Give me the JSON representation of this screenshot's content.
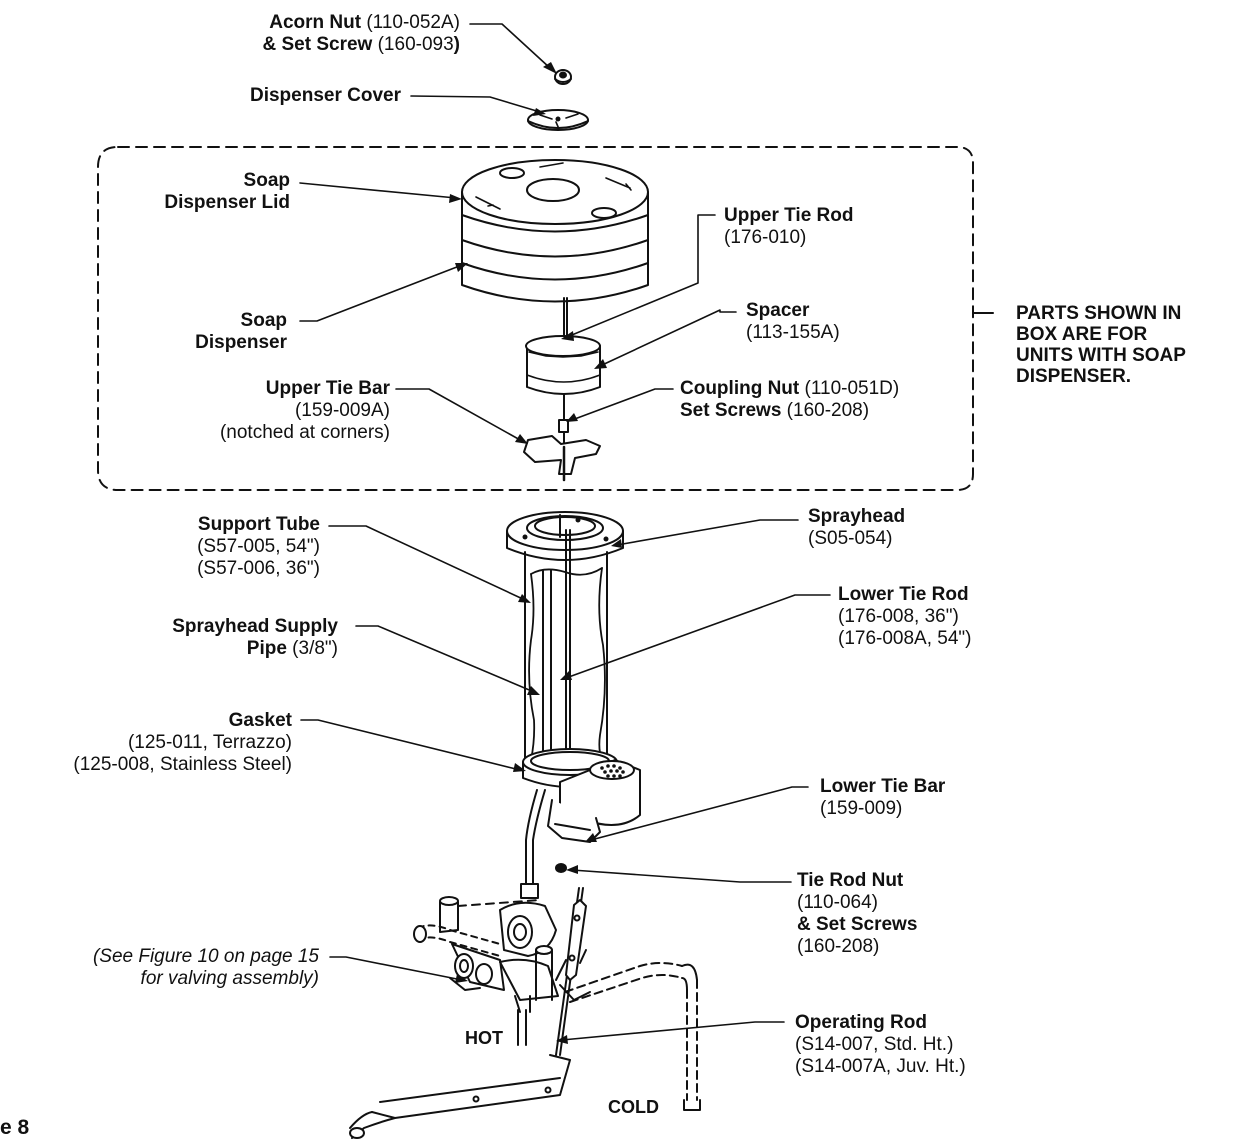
{
  "labels": {
    "acorn_nut": {
      "name": "Acorn Nut",
      "part": " (110-052A)"
    },
    "set_screw_top": {
      "name": "& Set Screw",
      "part": " (160-093",
      "close": ")"
    },
    "dispenser_cover": "Dispenser Cover",
    "soap_dispenser_lid": {
      "line1": "Soap",
      "line2": "Dispenser Lid"
    },
    "upper_tie_rod": {
      "name": "Upper Tie Rod",
      "part": "(176-010)"
    },
    "spacer": {
      "name": "Spacer",
      "part": "(113-155A)"
    },
    "soap_dispenser": {
      "line1": "Soap",
      "line2": "Dispenser"
    },
    "upper_tie_bar": {
      "name": "Upper Tie Bar",
      "part": "(159-009A)",
      "note": "(notched at corners)"
    },
    "coupling_nut": {
      "name": "Coupling Nut",
      "part": " (110-051D)",
      "name2": "Set Screws",
      "part2": " (160-208)"
    },
    "box_note": [
      "PARTS SHOWN IN",
      "BOX ARE FOR",
      "UNITS WITH SOAP",
      "DISPENSER."
    ],
    "support_tube": {
      "name": "Support Tube",
      "part1": "(S57-005, 54\")",
      "part2": "(S57-006, 36\")"
    },
    "sprayhead": {
      "name": "Sprayhead",
      "part": "(S05-054)"
    },
    "sprayhead_supply_pipe": {
      "name1": "Sprayhead Supply",
      "name2": "Pipe",
      "part": " (3/8\")"
    },
    "lower_tie_rod": {
      "name": "Lower Tie Rod",
      "part1": "(176-008, 36\")",
      "part2": "(176-008A, 54\")"
    },
    "gasket": {
      "name": "Gasket",
      "part1": "(125-011, Terrazzo)",
      "part2": "(125-008, Stainless Steel)"
    },
    "lower_tie_bar": {
      "name": "Lower Tie Bar",
      "part": "(159-009)"
    },
    "tie_rod_nut": {
      "name": "Tie Rod Nut",
      "part": "(110-064)",
      "name2": "& Set Screws",
      "part2": "(160-208)"
    },
    "valving_note": {
      "line1": "(See Figure 10 on page 15",
      "line2": "for valving assembly)"
    },
    "operating_rod": {
      "name": "Operating Rod",
      "part1": "(S14-007, Std. Ht.)",
      "part2": "(S14-007A, Juv. Ht.)"
    },
    "hot": "HOT",
    "cold": "COLD",
    "figure_caption": "e 8"
  }
}
